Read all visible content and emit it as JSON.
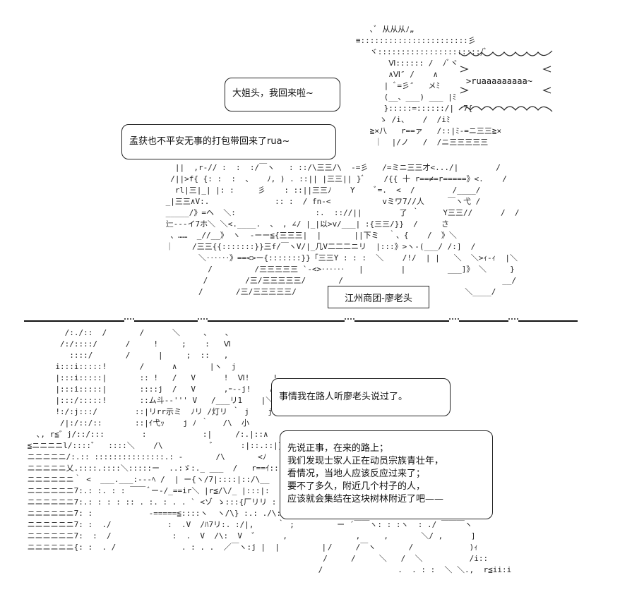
{
  "dialogue": {
    "top_line_1": "大姐头，我回来啦~",
    "top_line_2": "孟获也不平安无事的打包带回来了rua~",
    "shout": ">ruaaaaaaaaa~",
    "sign": "江州商团-廖老头",
    "bottom_line_1": "事情我在路人听廖老头说过了。",
    "bottom_lines": [
      "先说正事，在来的路上；",
      "我们发现士家人正在动员宗族青壮年，",
      "看情况，当地人应该反应过来了；",
      "要不了多久，附近几个村子的人，",
      "应该就会集结在这块树林附近了吧——"
    ]
  }
}
